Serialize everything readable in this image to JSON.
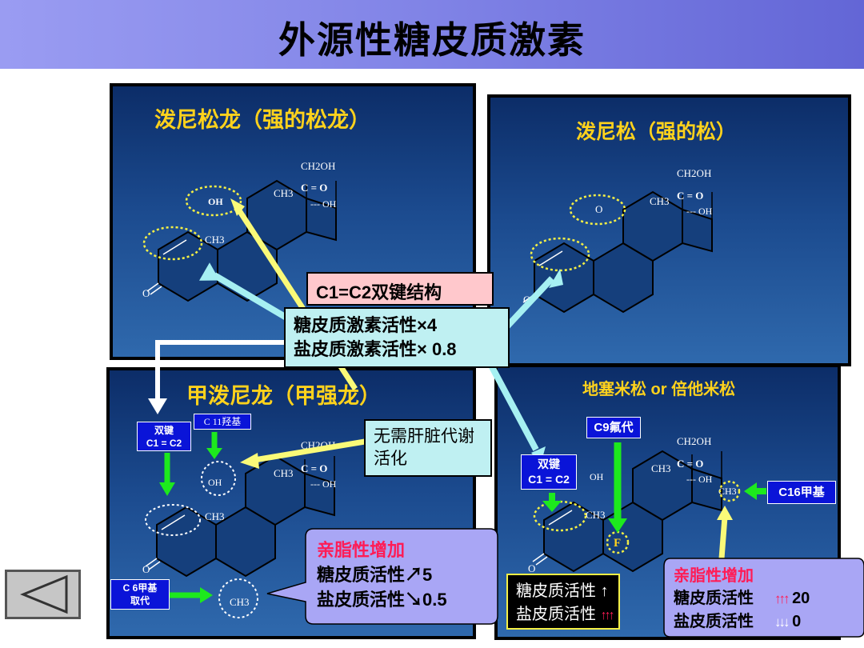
{
  "title": "外源性糖皮质激素",
  "panels": {
    "prednisolone": {
      "title": "泼尼松龙（强的松龙）"
    },
    "prednisone": {
      "title": "泼尼松（强的松）"
    },
    "methylprednisolone": {
      "title": "甲泼尼龙（甲强龙）"
    },
    "dexamethasone": {
      "title": "地塞米松 or 倍他米松"
    }
  },
  "chem": {
    "ch2oh": "CH2OH",
    "co": "C = O",
    "ch3": "CH3",
    "oh": "OH",
    "o": "O",
    "f": "F",
    "ohdash": "--- OH"
  },
  "callouts": {
    "c1c2_structure": "C1=C2双键结构",
    "activity_line1": "糖皮质激素活性×4",
    "activity_line2": "盐皮质激素活性× 0.8",
    "no_liver_line1": "无需肝脏代谢",
    "no_liver_line2": "活化",
    "double_bond_l1": "双键",
    "double_bond_l2": "C1 = C2",
    "c11_hydroxyl": "C 11羟基",
    "c6_l1": "C 6甲基",
    "c6_l2": "取代",
    "c9_fluoro": "C9氟代",
    "c16_methyl": "C16甲基",
    "lipo_left": {
      "head": "亲脂性增加",
      "line1": "糖皮质活性↗5",
      "line2": "盐皮质活性↘0.5"
    },
    "dexa_mid": {
      "line1": "糖皮质活性",
      "line2": "盐皮质活性"
    },
    "lipo_right": {
      "head": "亲脂性增加",
      "line1": "糖皮质活性",
      "line2": "盐皮质活性",
      "val1": "20",
      "val2": "0"
    }
  },
  "colors": {
    "panel_title": "#ffd21c",
    "cyan_box": "#bff0f2",
    "pink_box": "#ffc8cc",
    "lilac_box": "#a9a6f5",
    "arrow_cyan": "#a6f0f2",
    "arrow_yellow": "#fafa78",
    "arrow_green": "#1de91d",
    "highlight_red": "#ff1c56"
  },
  "icons": {
    "nav_prev": "triangle-left-icon",
    "up_arrow": "up-arrow-icon",
    "triple_up": "triple-up-arrow-icon",
    "triple_down": "triple-down-arrow-icon"
  }
}
